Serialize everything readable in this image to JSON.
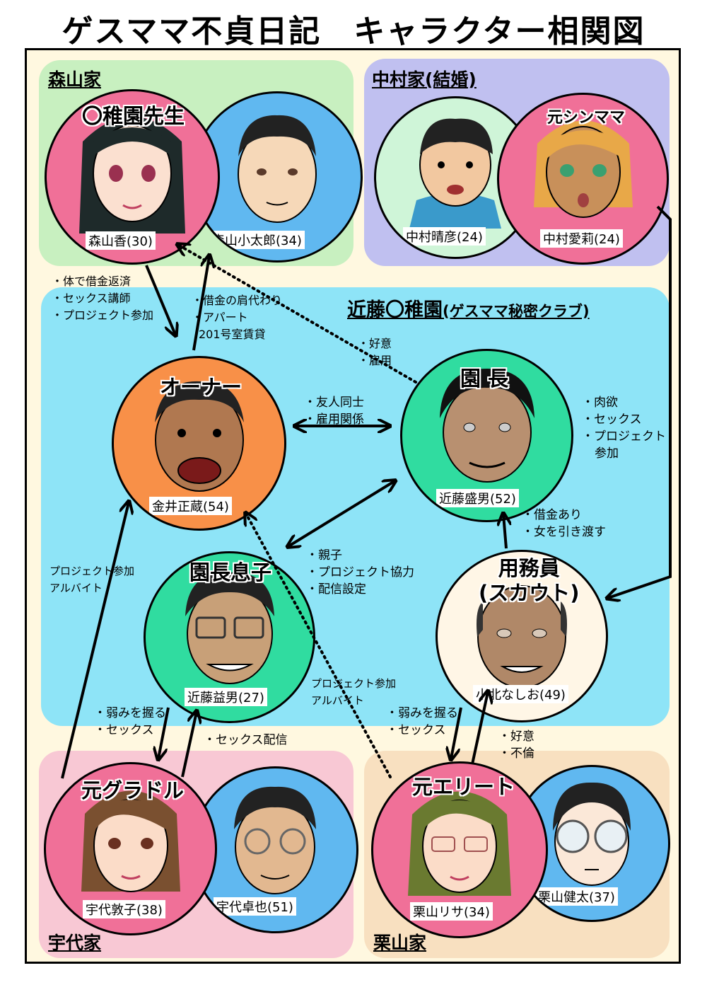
{
  "title": "ゲスママ不貞日記　キャラクター相関図",
  "colors": {
    "frame_bg": "#fff8e0",
    "moriyama_bg": "#c8f0c0",
    "nakamura_bg": "#c0c0f0",
    "kindergarten_bg": "#8ee4f7",
    "udai_bg": "#f8c8d4",
    "kuriyama_bg": "#f8e0c0",
    "pink": "#f07098",
    "blue": "#60b8f0",
    "mint": "#cff5d8",
    "orange": "#f89048",
    "green": "#30dca0",
    "cream": "#fff6e6"
  },
  "groups": {
    "moriyama": "森山家",
    "nakamura": "中村家(結婚)",
    "kindergarten": "近藤〇稚園",
    "kindergarten_sub": "(ゲスママ秘密クラブ)",
    "udai": "宇代家",
    "kuriyama": "栗山家"
  },
  "characters": {
    "kaori": {
      "role": "〇稚園先生",
      "name": "森山香(30)"
    },
    "kotaro": {
      "name": "森山小太郎(34)"
    },
    "haruhiko": {
      "name": "中村晴彦(24)"
    },
    "airi": {
      "role": "元シンママ",
      "name": "中村愛莉(24)"
    },
    "owner": {
      "role": "オーナー",
      "name": "金井正蔵(54)"
    },
    "director": {
      "role": "園 長",
      "name": "近藤盛男(52)"
    },
    "son": {
      "role": "園長息子",
      "name": "近藤益男(27)"
    },
    "janitor": {
      "role_line1": "用務員",
      "role_line2": "(スカウト)",
      "name": "小北なしお(49)"
    },
    "atsuko": {
      "role": "元グラドル",
      "name": "宇代敦子(38)"
    },
    "takuya": {
      "name": "宇代卓也(51)"
    },
    "lisa": {
      "role": "元エリート",
      "name": "栗山リサ(34)"
    },
    "kenta": {
      "name": "栗山健太(37)"
    }
  },
  "notes": {
    "kaori_owner": [
      "・体で借金返済",
      "・セックス講師",
      "・プロジェクト参加"
    ],
    "owner_kotaro": [
      "・借金の肩代わり",
      "・アパート",
      "201号室賃貸"
    ],
    "director_kaori": [
      "・好意",
      "・雇用"
    ],
    "owner_director": [
      "・友人同士",
      "・雇用関係"
    ],
    "director_airi": [
      "・肉欲",
      "・セックス",
      "・プロジェクト",
      "参加"
    ],
    "janitor_director": [
      "・借金あり",
      "・女を引き渡す"
    ],
    "son_director": [
      "・親子",
      "・プロジェクト協力",
      "・配信設定"
    ],
    "atsuko_owner": [
      "プロジェクト参加",
      "アルバイト"
    ],
    "lisa_owner": [
      "プロジェクト参加",
      "アルバイト"
    ],
    "son_atsuko": [
      "・弱みを握る",
      "・セックス"
    ],
    "takuya_son": [
      "・セックス配信"
    ],
    "janitor_lisa": [
      "・弱みを握る",
      "・セックス"
    ],
    "kenta_janitor": [
      "・好意",
      "・不倫"
    ]
  }
}
